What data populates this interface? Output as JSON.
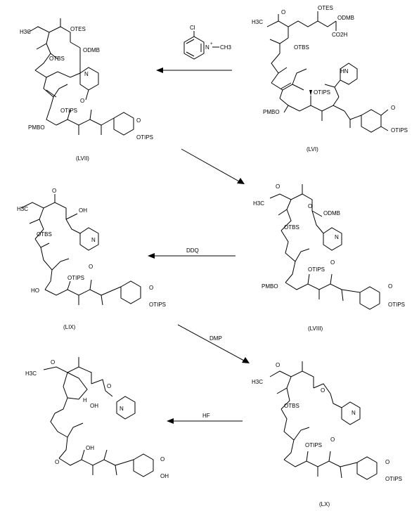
{
  "compounds": [
    {
      "id": "LVI",
      "label": "(LVI)",
      "atoms": [
        "OTES",
        "ODMB",
        "CO2H",
        "H3C",
        "O",
        "OTBS",
        "HN",
        "OTIPS",
        "PMBO",
        "OTIPS",
        "O"
      ]
    },
    {
      "id": "LVII",
      "label": "(LVII)",
      "atoms": [
        "OTES",
        "ODMB",
        "H3C",
        "OTBS",
        "N",
        "O",
        "OTIPS",
        "PMBO",
        "OTIPS",
        "O"
      ]
    },
    {
      "id": "LVIII",
      "label": "(LVIII)",
      "atoms": [
        "ODMB",
        "H3C",
        "O",
        "OTBS",
        "N",
        "O",
        "OTIPS",
        "PMBO",
        "OTIPS",
        "O",
        "O"
      ]
    },
    {
      "id": "LIX",
      "label": "(LIX)",
      "atoms": [
        "OH",
        "H3C",
        "O",
        "OTBS",
        "N",
        "O",
        "OTIPS",
        "HO",
        "OTIPS",
        "O"
      ]
    },
    {
      "id": "LX",
      "label": "(LX)",
      "atoms": [
        "H3C",
        "O",
        "OTBS",
        "O",
        "N",
        "O",
        "OTIPS",
        "OTIPS",
        "O"
      ]
    },
    {
      "id": "LXI",
      "label": "",
      "atoms": [
        "H3C",
        "O",
        "H",
        "OH",
        "O",
        "N",
        "OH",
        "O",
        "OH",
        "O"
      ]
    }
  ],
  "reagents": {
    "pyridinium": {
      "cl": "Cl",
      "n": "N",
      "plus": "+",
      "me": "CH3"
    },
    "ddq": "DDQ",
    "dmp": "DMP",
    "hf": "HF"
  },
  "colors": {
    "ink": "#000000",
    "paper": "#ffffff"
  }
}
